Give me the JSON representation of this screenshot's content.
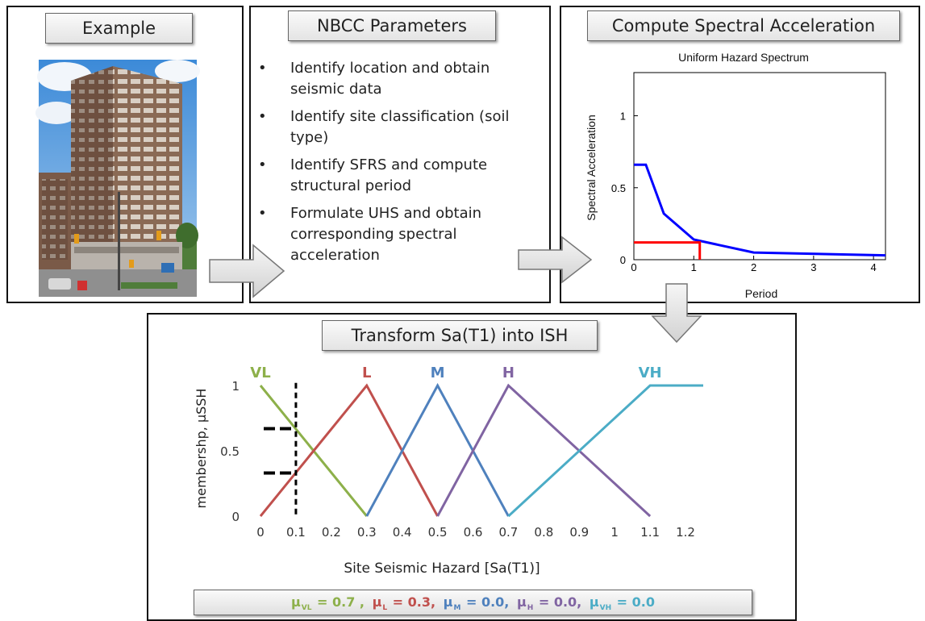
{
  "panels": {
    "example": {
      "title": "Example"
    },
    "nbcc": {
      "title": "NBCC Parameters",
      "items": [
        "Identify location  and obtain seismic data",
        "Identify site classification (soil type)",
        "Identify SFRS and compute structural period",
        "Formulate UHS and obtain corresponding spectral acceleration"
      ]
    },
    "spectral": {
      "title": "Compute Spectral Acceleration"
    },
    "transform": {
      "title": "Transform Sa(T1) into ISH"
    }
  },
  "formula": [
    {
      "text": "μ",
      "sub": "VL",
      "value": " = 0.7 , ",
      "color": "#8db04a"
    },
    {
      "text": "μ",
      "sub": "L",
      "value": " = 0.3, ",
      "color": "#c0504d"
    },
    {
      "text": "μ",
      "sub": "M",
      "value": " = 0.0, ",
      "color": "#4f81bd"
    },
    {
      "text": "μ",
      "sub": "H",
      "value": " = 0.0, ",
      "color": "#8064a2"
    },
    {
      "text": "μ",
      "sub": "VH",
      "value": " = 0.0",
      "color": "#4bacc6"
    }
  ],
  "chart_data": [
    {
      "type": "line",
      "title": "Uniform Hazard Spectrum",
      "xlabel": "Period",
      "ylabel": "Spectral Acceleration",
      "xlim": [
        0,
        4.2
      ],
      "ylim": [
        0,
        1.3
      ],
      "xticks": [
        "0",
        "1",
        "2",
        "3",
        "4"
      ],
      "yticks": [
        "0",
        "0.5",
        "1"
      ],
      "series": [
        {
          "color": "#0000ff",
          "x": [
            0,
            0.2,
            0.5,
            1.0,
            2.0,
            4.2
          ],
          "y": [
            0.66,
            0.66,
            0.32,
            0.14,
            0.05,
            0.03
          ]
        }
      ],
      "annotation": {
        "color": "#ff0000",
        "x": 1.1,
        "y": 0.12
      }
    },
    {
      "type": "line",
      "title": "",
      "xlabel": "Site Seismic Hazard [Sa(T1)]",
      "ylabel": "membershp,  μSSH",
      "xlim": [
        0,
        1.25
      ],
      "ylim": [
        0,
        1
      ],
      "xticks": [
        "0",
        "0.1",
        "0.2",
        "0.3",
        "0.4",
        "0.5",
        "0.6",
        "0.7",
        "0.8",
        "0.9",
        "1",
        "1.1",
        "1.2"
      ],
      "yticks": [
        "0",
        "0.5",
        "1"
      ],
      "series": [
        {
          "name": "VL",
          "color": "#8db04a",
          "x": [
            0,
            0.3
          ],
          "y": [
            1,
            0
          ]
        },
        {
          "name": "L",
          "color": "#c0504d",
          "x": [
            0,
            0.3,
            0.5
          ],
          "y": [
            0,
            1,
            0
          ]
        },
        {
          "name": "M",
          "color": "#4f81bd",
          "x": [
            0.3,
            0.5,
            0.7
          ],
          "y": [
            0,
            1,
            0
          ]
        },
        {
          "name": "H",
          "color": "#8064a2",
          "x": [
            0.5,
            0.7,
            1.1
          ],
          "y": [
            0,
            1,
            0
          ]
        },
        {
          "name": "VH",
          "color": "#4bacc6",
          "x": [
            0.7,
            1.1,
            1.25
          ],
          "y": [
            0,
            1,
            1
          ]
        }
      ],
      "marker": {
        "x": 0.1,
        "levels": [
          0.67,
          0.33
        ]
      }
    }
  ]
}
